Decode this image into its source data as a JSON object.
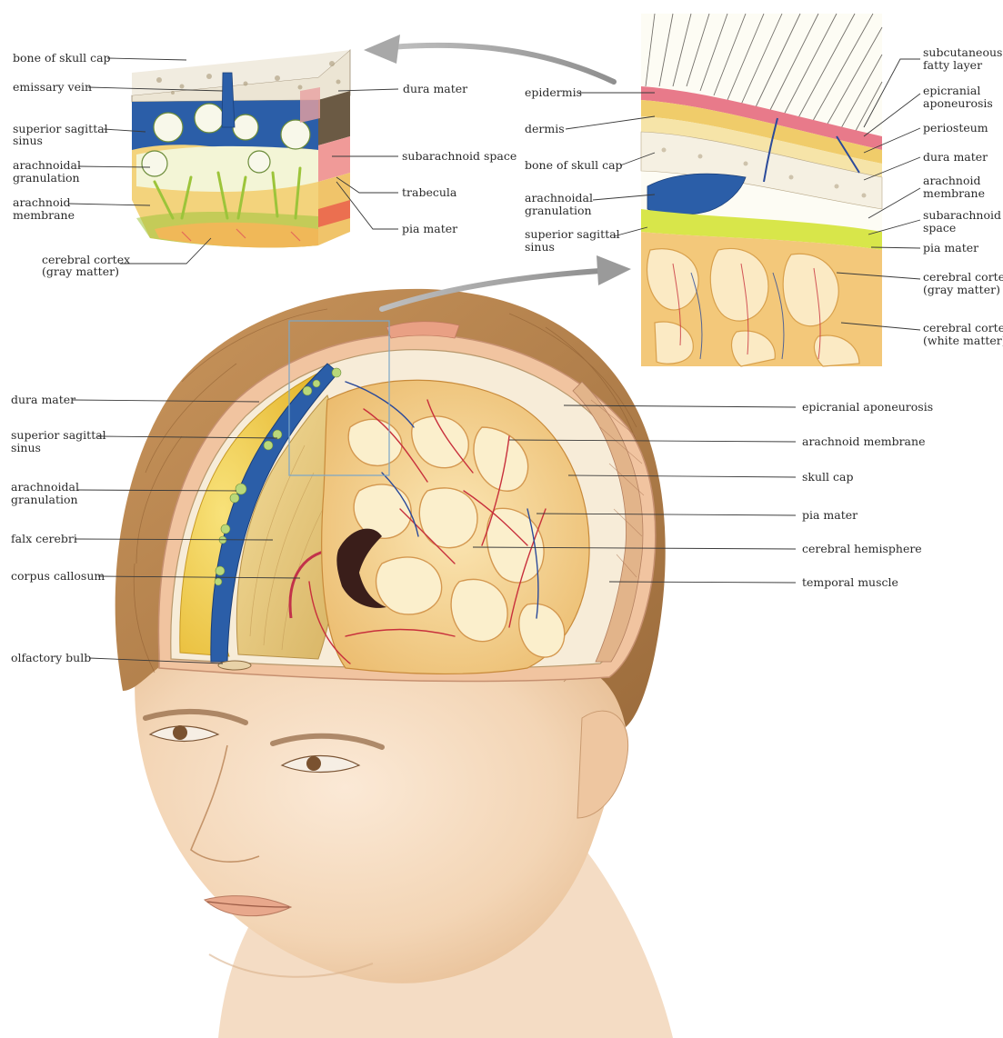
{
  "top_left_inset": {
    "labels": [
      {
        "id": "tl-bone-of-skull-cap",
        "text": [
          "bone of skull cap"
        ]
      },
      {
        "id": "tl-emissary-vein",
        "text": [
          "emissary vein"
        ]
      },
      {
        "id": "tl-superior-sagittal-sinus",
        "text": [
          "superior sagittal",
          "sinus"
        ]
      },
      {
        "id": "tl-arachnoidal-granulation",
        "text": [
          "arachnoidal",
          "granulation"
        ]
      },
      {
        "id": "tl-arachnoid-membrane",
        "text": [
          "arachnoid",
          "membrane"
        ]
      },
      {
        "id": "tl-cerebral-cortex-gray",
        "text": [
          "cerebral cortex",
          "(gray matter)"
        ]
      },
      {
        "id": "tl-dura-mater",
        "text": [
          "dura mater"
        ]
      },
      {
        "id": "tl-subarachnoid-space",
        "text": [
          "subarachnoid space"
        ]
      },
      {
        "id": "tl-trabecula",
        "text": [
          "trabecula"
        ]
      },
      {
        "id": "tl-pia-mater",
        "text": [
          "pia mater"
        ]
      }
    ]
  },
  "top_right_inset": {
    "labels": [
      {
        "id": "tr-epidermis",
        "text": [
          "epidermis"
        ]
      },
      {
        "id": "tr-dermis",
        "text": [
          "dermis"
        ]
      },
      {
        "id": "tr-bone-of-skull-cap",
        "text": [
          "bone of skull cap"
        ]
      },
      {
        "id": "tr-arachnoidal-granulation",
        "text": [
          "arachnoidal",
          "granulation"
        ]
      },
      {
        "id": "tr-superior-sagittal-sinus",
        "text": [
          "superior sagittal",
          "sinus"
        ]
      },
      {
        "id": "tr-subcutaneous-fatty-layer",
        "text": [
          "subcutaneous",
          "fatty layer"
        ]
      },
      {
        "id": "tr-epicranial-aponeurosis",
        "text": [
          "epicranial",
          "aponeurosis"
        ]
      },
      {
        "id": "tr-periosteum",
        "text": [
          "periosteum"
        ]
      },
      {
        "id": "tr-dura-mater",
        "text": [
          "dura mater"
        ]
      },
      {
        "id": "tr-arachnoid-membrane",
        "text": [
          "arachnoid",
          "membrane"
        ]
      },
      {
        "id": "tr-subarachnoid-space",
        "text": [
          "subarachnoid",
          "space"
        ]
      },
      {
        "id": "tr-pia-mater",
        "text": [
          "pia mater"
        ]
      },
      {
        "id": "tr-cerebral-cortex-gray",
        "text": [
          "cerebral cortex",
          "(gray matter)"
        ]
      },
      {
        "id": "tr-cerebral-cortex-white",
        "text": [
          "cerebral cortex",
          "(white matter)"
        ]
      }
    ]
  },
  "main_head": {
    "labels": [
      {
        "id": "m-dura-mater",
        "text": [
          "dura mater"
        ]
      },
      {
        "id": "m-superior-sagittal-sinus",
        "text": [
          "superior sagittal",
          "sinus"
        ]
      },
      {
        "id": "m-arachnoidal-granulation",
        "text": [
          "arachnoidal",
          "granulation"
        ]
      },
      {
        "id": "m-falx-cerebri",
        "text": [
          "falx cerebri"
        ]
      },
      {
        "id": "m-corpus-callosum",
        "text": [
          "corpus callosum"
        ]
      },
      {
        "id": "m-olfactory-bulb",
        "text": [
          "olfactory bulb"
        ]
      },
      {
        "id": "m-epicranial-aponeurosis",
        "text": [
          "epicranial aponeurosis"
        ]
      },
      {
        "id": "m-arachnoid-membrane",
        "text": [
          "arachnoid membrane"
        ]
      },
      {
        "id": "m-skull-cap",
        "text": [
          "skull cap"
        ]
      },
      {
        "id": "m-pia-mater",
        "text": [
          "pia mater"
        ]
      },
      {
        "id": "m-cerebral-hemisphere",
        "text": [
          "cerebral hemisphere"
        ]
      },
      {
        "id": "m-temporal-muscle",
        "text": [
          "temporal muscle"
        ]
      }
    ]
  },
  "colors": {
    "skin": "#f6dcc0",
    "hair": "#b8864f",
    "dura": "#f0c93a",
    "sinus": "#2b5ea8",
    "cortex": "#f3c87a",
    "arachnoid": "#d8e64a",
    "vessel_red": "#c8303c",
    "leader": "#3a3a3a"
  }
}
